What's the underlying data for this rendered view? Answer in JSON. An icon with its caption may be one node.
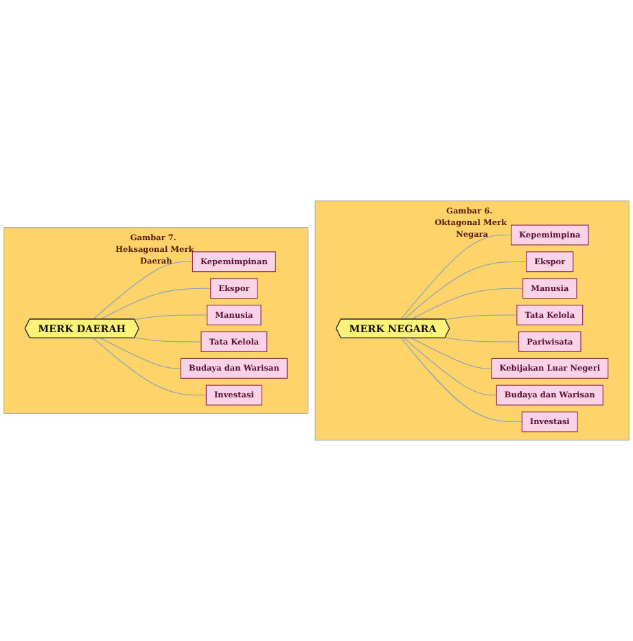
{
  "diagram": {
    "nodes": [
      {
        "text": [
          "Gambar 6.  Oktagonal Merk Negara"
        ]
      },
      {
        "text": [
          "MERK NEGARA"
        ],
        "in": 0
      },
      {
        "text": [
          "Kepemimpina"
        ],
        "in": 0
      },
      {
        "text": [
          "Ekspor"
        ],
        "in": 0
      },
      {
        "text": [
          "Manusia"
        ],
        "in": 0
      },
      {
        "text": [
          "Tata Kelola"
        ],
        "in": 0
      },
      {
        "text": [
          "Pariwisata"
        ],
        "in": 0
      },
      {
        "text": [
          "Kebijakan Luar Negeri"
        ],
        "in": 0
      },
      {
        "text": [
          "Budaya dan Warisan"
        ],
        "in": 0
      },
      {
        "text": [
          "Investasi"
        ],
        "in": 0
      },
      {
        "text": [
          "Gambar 7.  Heksagonal Merk Daerah"
        ]
      },
      {
        "text": [
          "MERK DAERAH"
        ],
        "in": 10
      },
      {
        "text": [
          "Kepemimpinan"
        ],
        "in": 10
      },
      {
        "text": [
          "Ekspor"
        ],
        "in": 10
      },
      {
        "text": [
          "Manusia"
        ],
        "in": 10
      },
      {
        "text": [
          "Tata Kelola"
        ],
        "in": 10
      },
      {
        "text": [
          "Budaya dan Warisan"
        ],
        "in": 10
      },
      {
        "text": [
          "Investasi"
        ],
        "in": 10
      }
    ],
    "edges": [
      {
        "from": 1,
        "to": 2,
        "arrow": "none"
      },
      {
        "from": 1,
        "to": 3,
        "arrow": "none"
      },
      {
        "from": 1,
        "to": 4,
        "arrow": "none"
      },
      {
        "from": 1,
        "to": 5,
        "arrow": "none"
      },
      {
        "from": 1,
        "to": 6,
        "arrow": "none"
      },
      {
        "from": 1,
        "to": 7,
        "arrow": "none"
      },
      {
        "from": 1,
        "to": 8,
        "arrow": "none"
      },
      {
        "from": 1,
        "to": 9,
        "arrow": "none"
      },
      {
        "from": 11,
        "to": 12,
        "arrow": "none"
      },
      {
        "from": 11,
        "to": 13,
        "arrow": "none"
      },
      {
        "from": 11,
        "to": 14,
        "arrow": "none"
      },
      {
        "from": 11,
        "to": 15,
        "arrow": "none"
      },
      {
        "from": 11,
        "to": 16,
        "arrow": "none"
      },
      {
        "from": 11,
        "to": 17,
        "arrow": "none"
      }
    ]
  }
}
